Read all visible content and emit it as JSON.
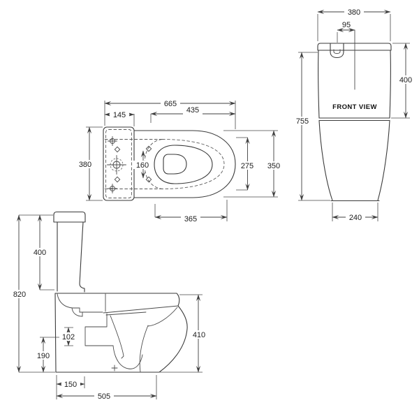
{
  "drawing": {
    "type": "technical-dimension-drawing",
    "subject": "close-coupled toilet (pan, cistern and seat) in three orthographic views",
    "background_color": "#ffffff",
    "line_color": "#3a3a3a",
    "text_color": "#1c1c1c",
    "plan": {
      "dims": {
        "overall_length": "665",
        "seat_length": "435",
        "cistern_depth": "145",
        "cistern_width": "380",
        "fixing_centres": "160",
        "bowl_width": "275",
        "seat_width": "350",
        "hinge_to_front": "365"
      }
    },
    "front": {
      "label": "FRONT VIEW",
      "dims": {
        "overall_width": "380",
        "flush_button_offset": "95",
        "cistern_height": "400",
        "overall_height": "755",
        "base_width": "240"
      }
    },
    "side": {
      "dims": {
        "overall_height": "820",
        "cistern_height": "400",
        "outlet_height": "102",
        "outlet_centre_height": "190",
        "pan_height": "410",
        "outlet_setout": "150",
        "overall_depth": "505"
      }
    }
  }
}
